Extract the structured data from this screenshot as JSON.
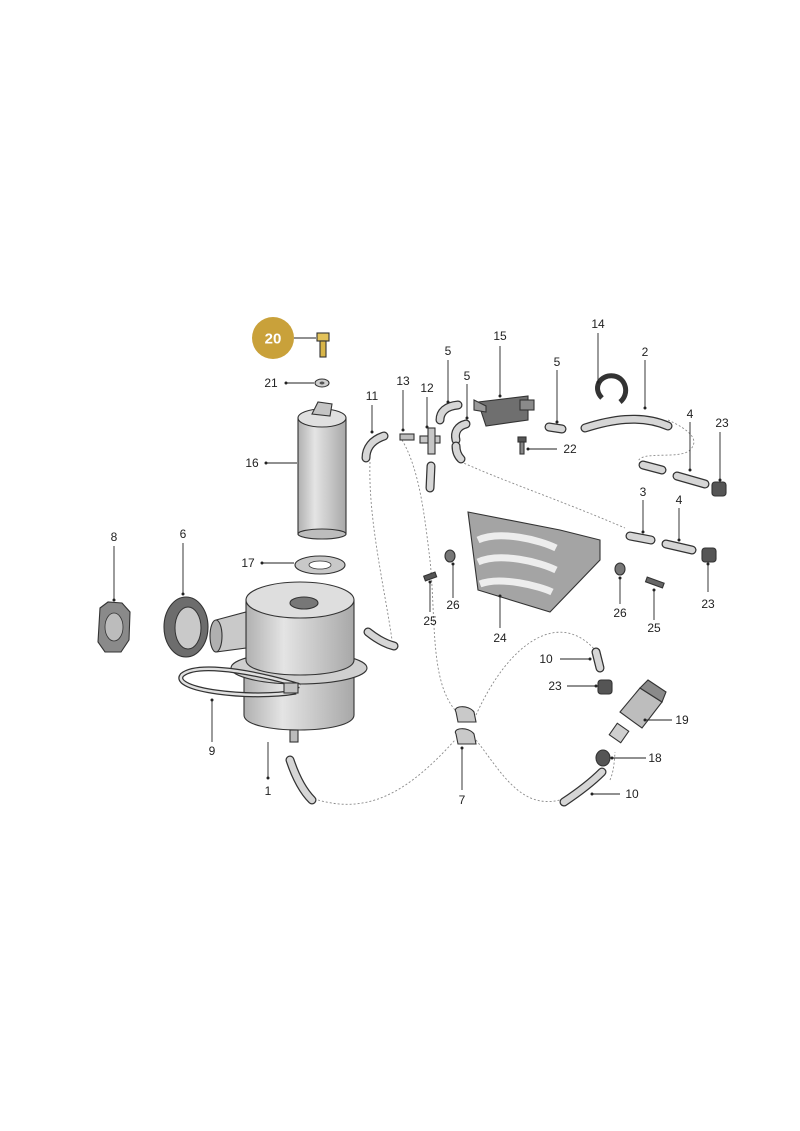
{
  "highlight": {
    "label": "20",
    "color": "#c9a13a"
  },
  "callouts": {
    "c1": "1",
    "c2": "2",
    "c4a": "4",
    "c4b": "4",
    "c3": "3",
    "c5a": "5",
    "c5b": "5",
    "c5c": "5",
    "c6": "6",
    "c7": "7",
    "c8": "8",
    "c9": "9",
    "c10a": "10",
    "c10b": "10",
    "c11": "11",
    "c12": "12",
    "c13": "13",
    "c14": "14",
    "c15": "15",
    "c16": "16",
    "c17": "17",
    "c18": "18",
    "c19": "19",
    "c21": "21",
    "c22": "22",
    "c23a": "23",
    "c23b": "23",
    "c23c": "23",
    "c24": "24",
    "c25a": "25",
    "c25b": "25",
    "c26a": "26",
    "c26b": "26"
  },
  "colors": {
    "part_fill": "#d9d9d9",
    "part_shade": "#b3b3b3",
    "outline": "#333333"
  }
}
